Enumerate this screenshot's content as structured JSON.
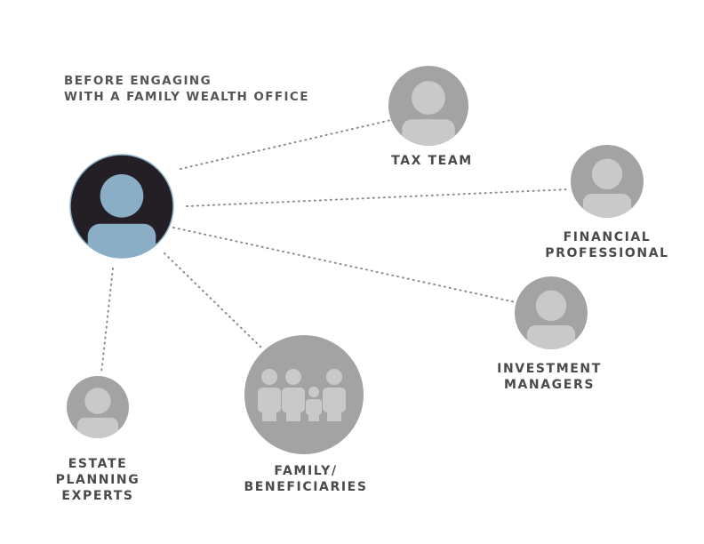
{
  "title": {
    "line1": "BEFORE ENGAGING",
    "line2": "WITH A FAMILY WEALTH OFFICE"
  },
  "colors": {
    "node": "#a3a3a3",
    "person": "#c9c9c9",
    "main_bg": "#231f24",
    "main_person": "#8aaec6",
    "line": "#8a8a8a",
    "text": "#4a4a4a"
  },
  "nodes": {
    "tax": {
      "lines": [
        "TAX TEAM"
      ],
      "icon": "person-icon"
    },
    "financial": {
      "lines": [
        "FINANCIAL",
        "PROFESSIONAL"
      ],
      "icon": "person-icon"
    },
    "investment": {
      "lines": [
        "INVESTMENT",
        "MANAGERS"
      ],
      "icon": "person-icon"
    },
    "family": {
      "lines": [
        "FAMILY/",
        "BENEFICIARIES"
      ],
      "icon": "family-icon"
    },
    "estate": {
      "lines": [
        "ESTATE",
        "PLANNING",
        "EXPERTS"
      ],
      "icon": "person-icon"
    }
  }
}
